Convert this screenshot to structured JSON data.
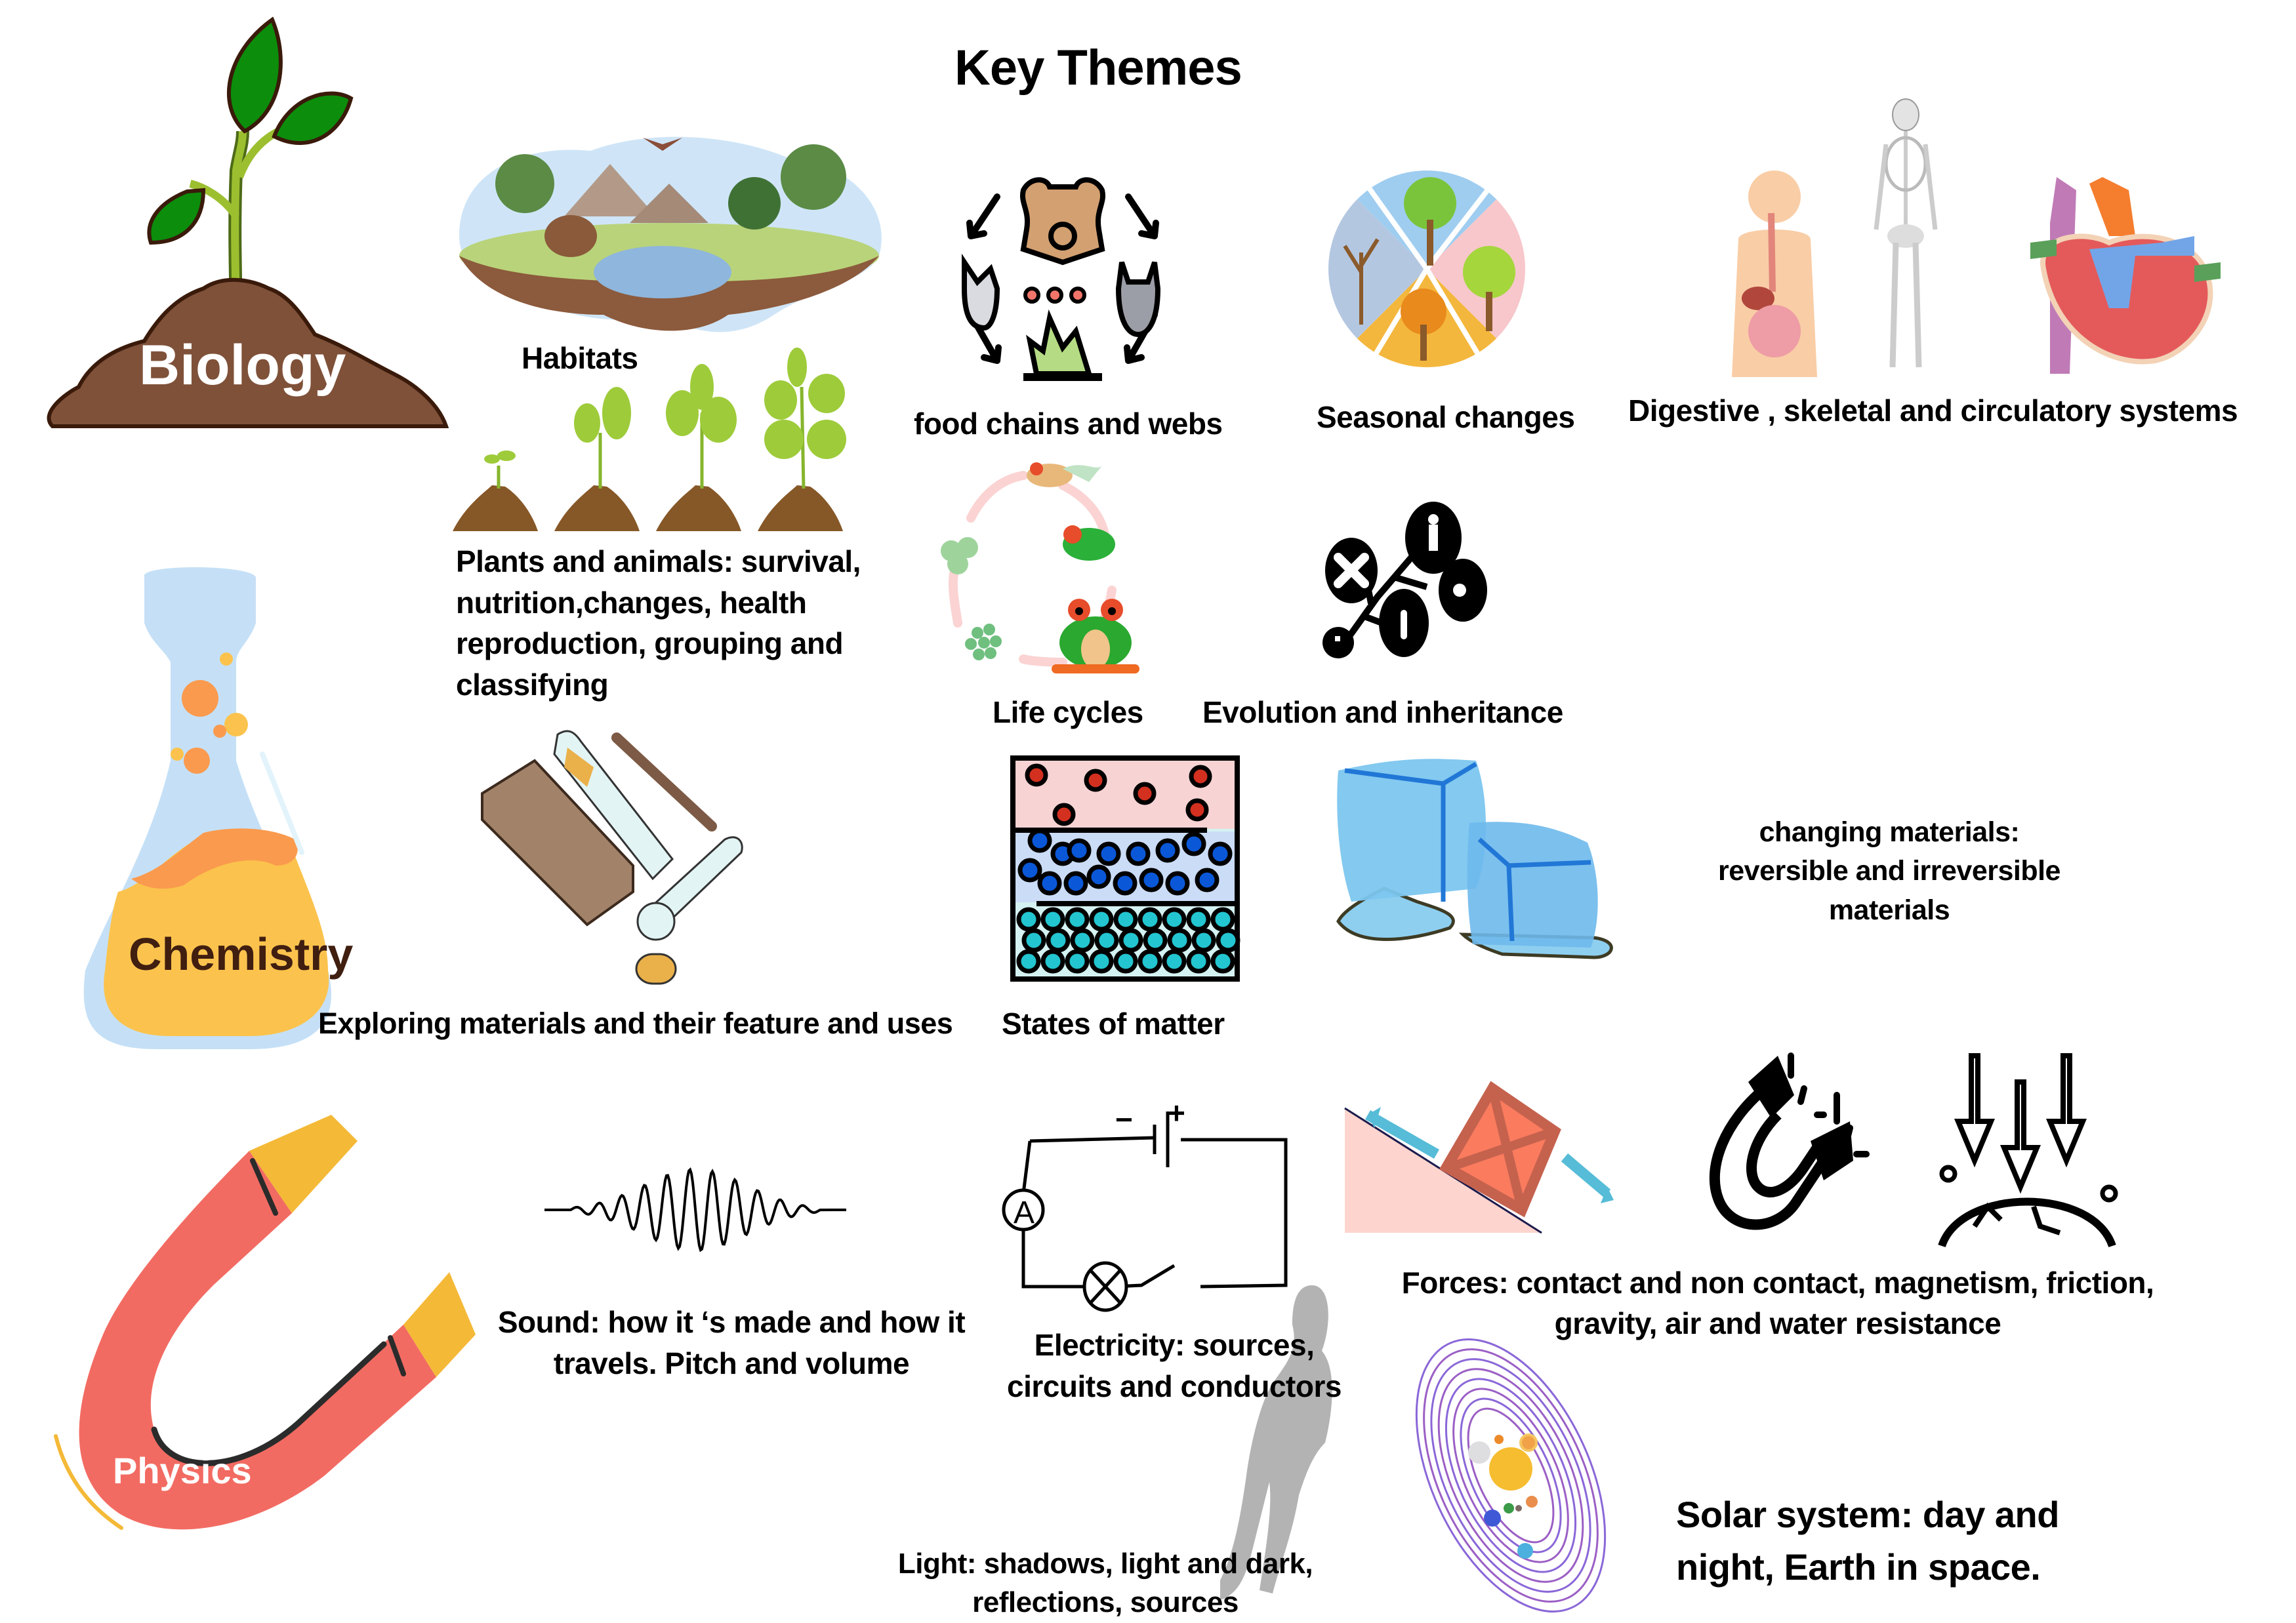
{
  "page": {
    "title": "Key Themes"
  },
  "subjects": {
    "biology": {
      "label": "Biology",
      "icon": "seedling-in-soil",
      "text_color": "#ffffff",
      "shape_color": "#7f5139"
    },
    "chemistry": {
      "label": "Chemistry",
      "icon": "conical-flask",
      "text_color": "#401e10",
      "shape_color": "#fbc34d"
    },
    "physics": {
      "label": "Physics",
      "icon": "horseshoe-magnet",
      "text_color": "#ffffff",
      "shape_color": "#f26b62"
    }
  },
  "themes": {
    "habitats": {
      "label": "Habitats",
      "icon": "habitat-scene"
    },
    "food_chains": {
      "label": "food chains and webs",
      "icon": "food-chain-cycle"
    },
    "seasonal": {
      "label": "Seasonal changes",
      "icon": "four-seasons-tree"
    },
    "body_systems": {
      "label": "Digestive , skeletal and circulatory systems",
      "icons": [
        "digestive-system",
        "skeleton",
        "heart"
      ]
    },
    "plants_animals": {
      "lines": [
        "Plants and animals: survival,",
        "nutrition,changes, health",
        "reproduction, grouping and",
        "classifying"
      ],
      "icon": "plant-growth-stages"
    },
    "life_cycles": {
      "label": "Life cycles",
      "icon": "frog-life-cycle"
    },
    "evolution": {
      "label": "Evolution and inheritance",
      "icon": "evolution-tree"
    },
    "materials": {
      "label": "Exploring materials and their feature and uses",
      "icon": "materials-bundle"
    },
    "states": {
      "label": "States of matter",
      "icon": "particle-states"
    },
    "changing": {
      "lines": [
        "changing materials:",
        "reversible and irreversible",
        "materials"
      ],
      "icon": "melting-ice-cubes"
    },
    "sound": {
      "lines": [
        "Sound: how it ‘s made and how it",
        "travels.  Pitch and volume"
      ],
      "icon": "sound-wave"
    },
    "electricity": {
      "lines": [
        "Electricity: sources,",
        "circuits and conductors"
      ],
      "icon": "circuit-diagram"
    },
    "forces": {
      "lines": [
        "Forces: contact and non contact, magnetism, friction,",
        "gravity, air and water resistance"
      ],
      "icons": [
        "crate-on-slope",
        "magnet",
        "gravity-arrows"
      ]
    },
    "light": {
      "lines": [
        "Light: shadows, light and dark,",
        "reflections, sources"
      ],
      "icon": "shadow-silhouette"
    },
    "solar": {
      "lines": [
        "Solar system: day and",
        "night, Earth in space."
      ],
      "icon": "solar-system"
    }
  },
  "circuit": {
    "ammeter_symbol": "A",
    "minus": "−",
    "plus": "+"
  }
}
